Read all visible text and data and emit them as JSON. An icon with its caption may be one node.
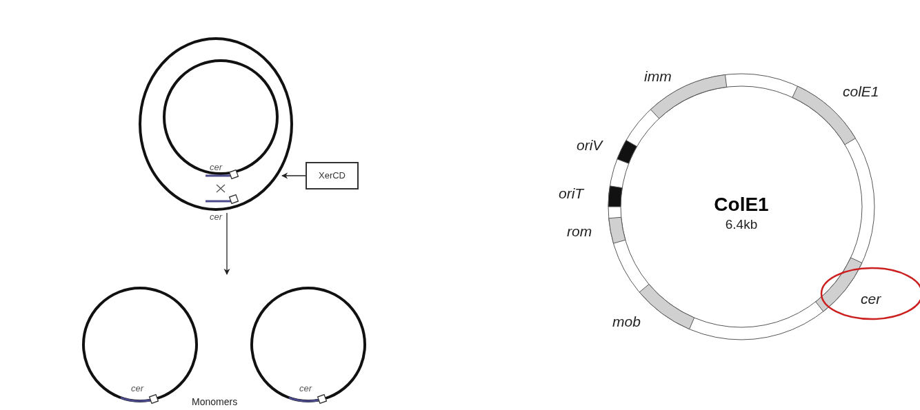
{
  "diagram": {
    "nodes": [
      {
        "text": [
          "cer",
          "cer"
        ]
      },
      {
        "text": [
          "XerCD"
        ]
      },
      {
        "text": [
          "cer"
        ]
      },
      {
        "text": [
          "cer"
        ]
      },
      {
        "text": [
          "ColE1",
          "6.4kb"
        ],
        "beside": [
          "imm",
          "colE1",
          "oriV",
          "oriT",
          "rom",
          "cer",
          "mob"
        ]
      }
    ],
    "edges": [
      {
        "from": 1,
        "to": 0,
        "arrow": "to"
      },
      {
        "from": 0,
        "to": null,
        "arrow": "to"
      }
    ],
    "labels": [
      "Monomers"
    ]
  }
}
